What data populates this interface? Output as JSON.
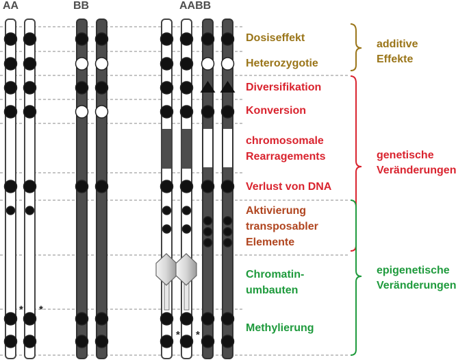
{
  "headers": {
    "aa": "AA",
    "bb": "BB",
    "aabb": "AABB"
  },
  "colors": {
    "brown": "#9a7519",
    "red": "#d9232e",
    "orangebrown": "#b0451f",
    "green": "#1e9a3c",
    "chromosome_dark": "#4d4d4d",
    "chromosome_light": "#ffffff"
  },
  "labels": {
    "dosiseffekt": "Dosiseffekt",
    "heterozygotie": "Heterozygotie",
    "diversifikation": "Diversifikation",
    "konversion": "Konversion",
    "rearrangements_1": "chromosomale",
    "rearrangements_2": "Rearragements",
    "verlust": "Verlust von DNA",
    "transposon_1": "Aktivierung",
    "transposon_2": "transposabler",
    "transposon_3": "Elemente",
    "chromatin_1": "Chromatin-",
    "chromatin_2": "umbauten",
    "methylierung": "Methylierung"
  },
  "groups": {
    "additive_1": "additive",
    "additive_2": "Effekte",
    "genetic_1": "genetische",
    "genetic_2": "Veränderungen",
    "epigenetic_1": "epigenetische",
    "epigenetic_2": "Veränderungen"
  }
}
